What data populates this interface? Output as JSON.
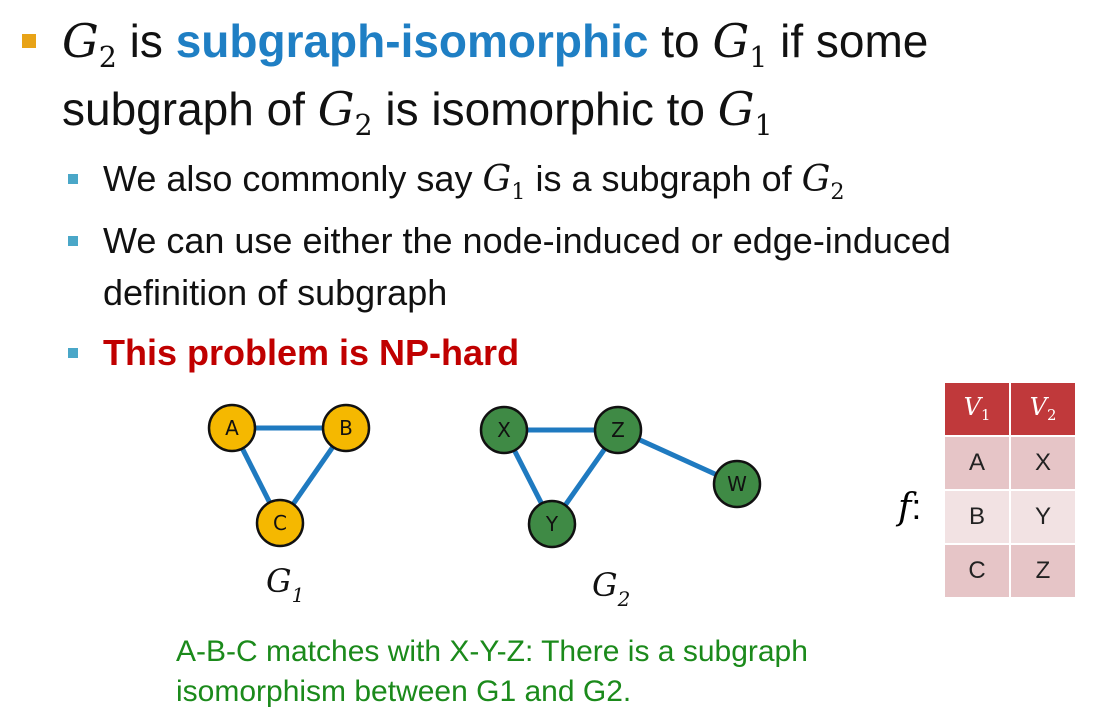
{
  "main_bullet": {
    "line1": {
      "g2": "G",
      "g2_sub": "2",
      "is": " is ",
      "term": "subgraph-isomorphic",
      "to": " to ",
      "g1": "G",
      "g1_sub": "1",
      "rest": " if some"
    },
    "line2": {
      "start": "subgraph of ",
      "g2": "G",
      "g2_sub": "2",
      "mid": " is isomorphic to ",
      "g1": "G",
      "g1_sub": "1"
    }
  },
  "sub_bullets": {
    "b1": {
      "start": "We also commonly say ",
      "g1": "G",
      "g1_sub": "1",
      "mid": " is a subgraph of ",
      "g2": "G",
      "g2_sub": "2"
    },
    "b2_line1": "We can use either the node-induced or edge-induced",
    "b2_line2": "definition of subgraph",
    "b3": "This problem is NP-hard"
  },
  "graph1": {
    "name": "G",
    "name_sub": "1",
    "nodes": [
      "A",
      "B",
      "C"
    ],
    "fill": "#f5b800"
  },
  "graph2": {
    "name": "G",
    "name_sub": "2",
    "nodes": [
      "X",
      "Z",
      "Y",
      "W"
    ],
    "fill": "#3f8a45"
  },
  "edge_color": "#1f7ac0",
  "mapping": {
    "label": "f",
    "colon": ":",
    "header": {
      "v1": "V",
      "v1_sub": "1",
      "v2": "V",
      "v2_sub": "2"
    },
    "rows": [
      {
        "from": "A",
        "to": "X"
      },
      {
        "from": "B",
        "to": "Y"
      },
      {
        "from": "C",
        "to": "Z"
      }
    ]
  },
  "caption": {
    "line1": "A-B-C matches with X-Y-Z: There is a subgraph",
    "line2": "isomorphism between G1 and G2."
  }
}
